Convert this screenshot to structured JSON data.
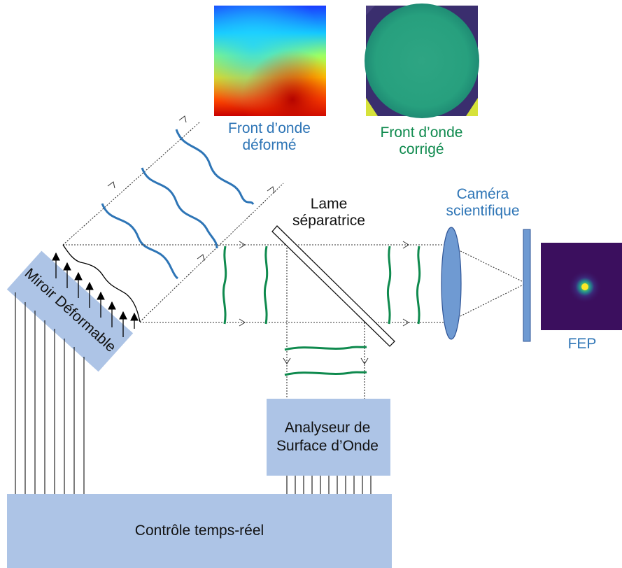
{
  "labels": {
    "front_deforme": "Front d’onde déformé",
    "front_corrige": "Front d’onde corrigé",
    "lame": "Lame séparatrice",
    "camera": "Caméra scientifique",
    "fep": "FEP",
    "miroir": "Miroir Déformable",
    "analyseur": "Analyseur de Surface d’Onde",
    "controle": "Contrôle temps-réel"
  },
  "colors": {
    "box_fill": "#adc4e6",
    "wave_blue": "#2e75b6",
    "wave_green": "#0f8a4e",
    "lens_fill": "#6f9ad2",
    "psf_background": "#3b0f5e"
  }
}
